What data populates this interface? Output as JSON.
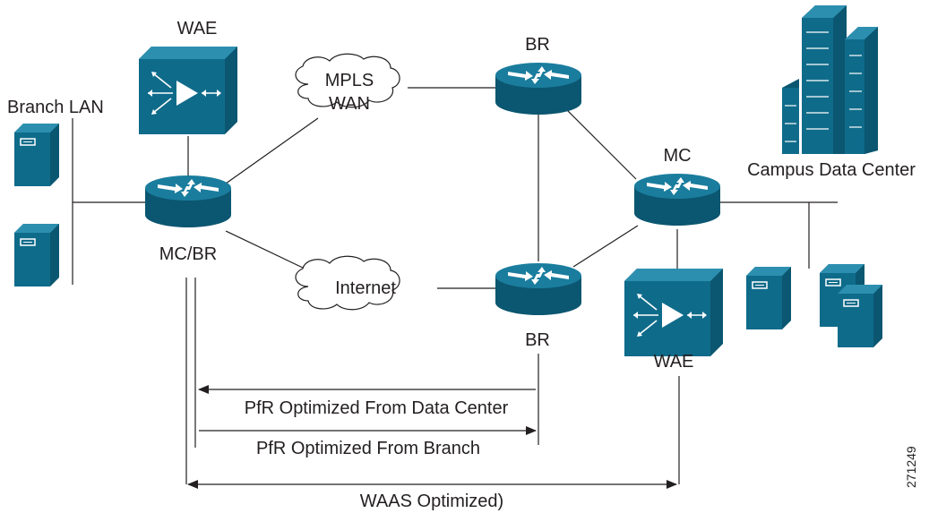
{
  "labels": {
    "wae_branch": "WAE",
    "branch_lan": "Branch LAN",
    "mc_br": "MC/BR",
    "mpls_line1": "MPLS",
    "mpls_line2": "WAN",
    "internet": "Internet",
    "br_top": "BR",
    "br_bottom": "BR",
    "mc": "MC",
    "campus_dc": "Campus Data Center",
    "wae_dc": "WAE",
    "flow_dc": "PfR Optimized From Data Center",
    "flow_branch": "PfR Optimized From Branch",
    "flow_waas": "WAAS Optimized)",
    "figure_id": "271249"
  },
  "colors": {
    "device": "#0f6b8a",
    "device_dark": "#0b5670",
    "line": "#231f20"
  },
  "icons": [
    "router-icon",
    "wae-appliance-icon",
    "server-icon",
    "building-icon",
    "cloud-icon"
  ]
}
